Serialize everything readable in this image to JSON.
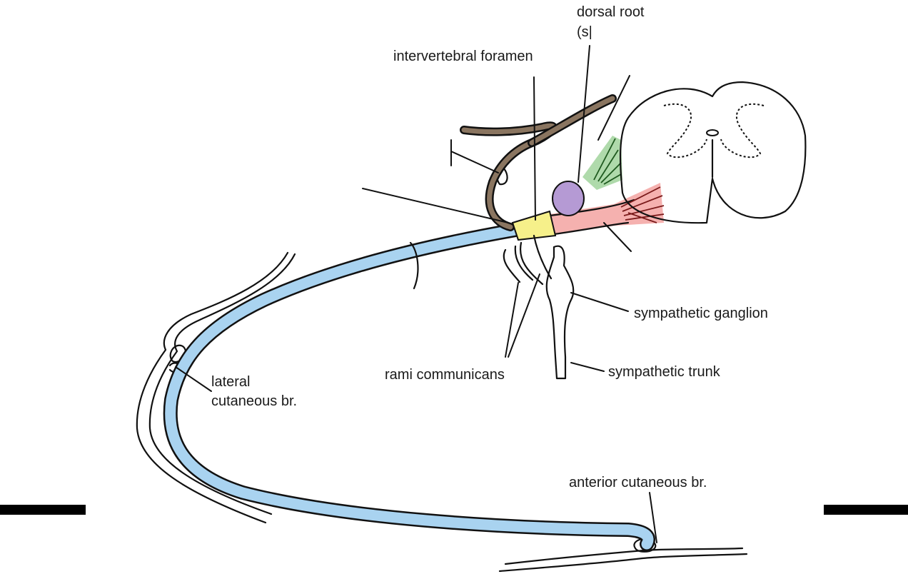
{
  "labels": {
    "dorsal_root": "dorsal root",
    "dorsal_root_cut": "(s|",
    "intervertebral_foramen": "intervertebral foramen",
    "sympathetic_ganglion": "sympathetic ganglion",
    "sympathetic_trunk": "sympathetic trunk",
    "rami_communicans": "rami communicans",
    "lateral_cutaneous_1": "lateral",
    "lateral_cutaneous_2": "cutaneous br.",
    "anterior_cutaneous": "anterior cutaneous br."
  },
  "colors": {
    "ventral_ramus": "#a9d3f0",
    "spinal_nerve": "#f6f08a",
    "dorsal_root_ganglion": "#b59ad4",
    "dorsal_root": "#a6d6a2",
    "ventral_root": "#f4a9a6",
    "dorsal_ramus": "#8a7560",
    "side_bars": "#000000"
  }
}
